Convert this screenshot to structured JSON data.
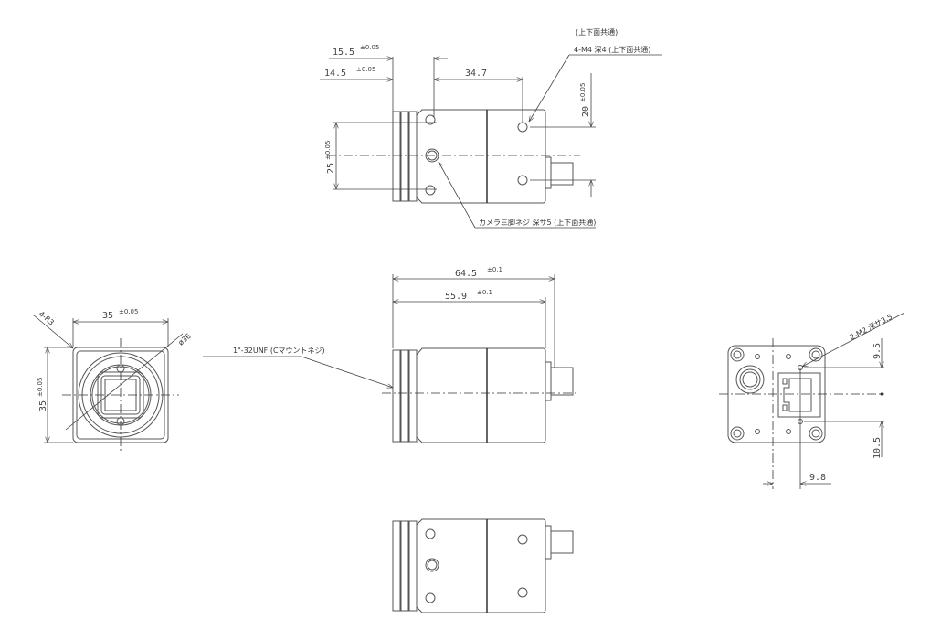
{
  "drawing": {
    "top_view": {
      "dim_15_5": "15.5",
      "tol_15_5": "±0.05",
      "dim_14_5": "14.5",
      "tol_14_5": "±0.05",
      "dim_34_7": "34.7",
      "dim_20": "20",
      "tol_20": "±0.05",
      "dim_25": "25",
      "tol_25": "±0.05",
      "note_common": "(上下面共通)",
      "note_m4": "4-M4  深4 (上下面共通)",
      "note_tripod": "カメラ三脚ネジ  深サ5 (上下面共通)"
    },
    "front_view": {
      "dim_width": "35",
      "tol_width": "±0.05",
      "dim_height": "35",
      "tol_height": "±0.05",
      "note_radius": "4-R3",
      "note_diameter": "ø36"
    },
    "side_view": {
      "dim_total": "64.5",
      "tol_total": "±0.1",
      "dim_body": "55.9",
      "tol_body": "±0.1",
      "note_mount": "1\"-32UNF (Cマウントネジ)"
    },
    "back_view": {
      "note_m2": "2-M2  深サ3.5",
      "dim_9_5": "9.5",
      "dim_10_5": "10.5",
      "dim_9_8": "9.8"
    }
  }
}
